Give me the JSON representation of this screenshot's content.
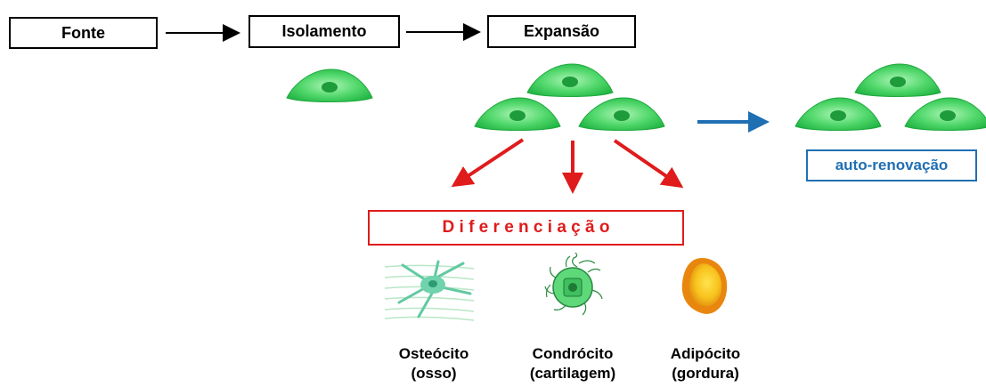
{
  "flow": {
    "steps": [
      "Fonte",
      "Isolamento",
      "Expansão"
    ]
  },
  "self_renewal": {
    "label": "auto-renovação",
    "color": "#1f6fb3"
  },
  "differentiation": {
    "label": "D i f e r e n c i a ç ã o",
    "color": "#e01b1b",
    "cells": [
      {
        "name": "Osteócito",
        "tissue": "(osso)"
      },
      {
        "name": "Condrócito",
        "tissue": "(cartilagem)"
      },
      {
        "name": "Adipócito",
        "tissue": "(gordura)"
      }
    ]
  },
  "colors": {
    "cell_green": "#3ccf5c",
    "arrow_black": "#000000"
  }
}
